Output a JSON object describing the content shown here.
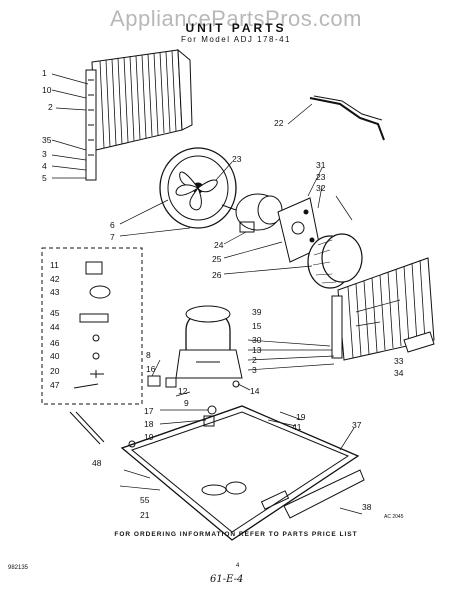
{
  "header": {
    "watermark": "AppliancePartsPros.com",
    "title": "UNIT PARTS",
    "model": "For Model ADJ 178-41"
  },
  "footer": {
    "ordering_info": "FOR ORDERING INFORMATION REFER TO PARTS PRICE LIST",
    "doc_code": "982135",
    "page_number": "4",
    "handwritten": "61-E-4",
    "diagram_ref": "AC 2045"
  },
  "callouts": [
    "1",
    "10",
    "2",
    "35",
    "3",
    "4",
    "5",
    "6",
    "7",
    "23",
    "24",
    "25",
    "26",
    "31",
    "23",
    "32",
    "22",
    "11",
    "42",
    "43",
    "45",
    "44",
    "46",
    "40",
    "20",
    "47",
    "48",
    "8",
    "16",
    "12",
    "9",
    "17",
    "18",
    "19",
    "55",
    "21",
    "14",
    "39",
    "15",
    "30",
    "13",
    "2",
    "3",
    "33",
    "34",
    "19",
    "41",
    "37",
    "38"
  ]
}
